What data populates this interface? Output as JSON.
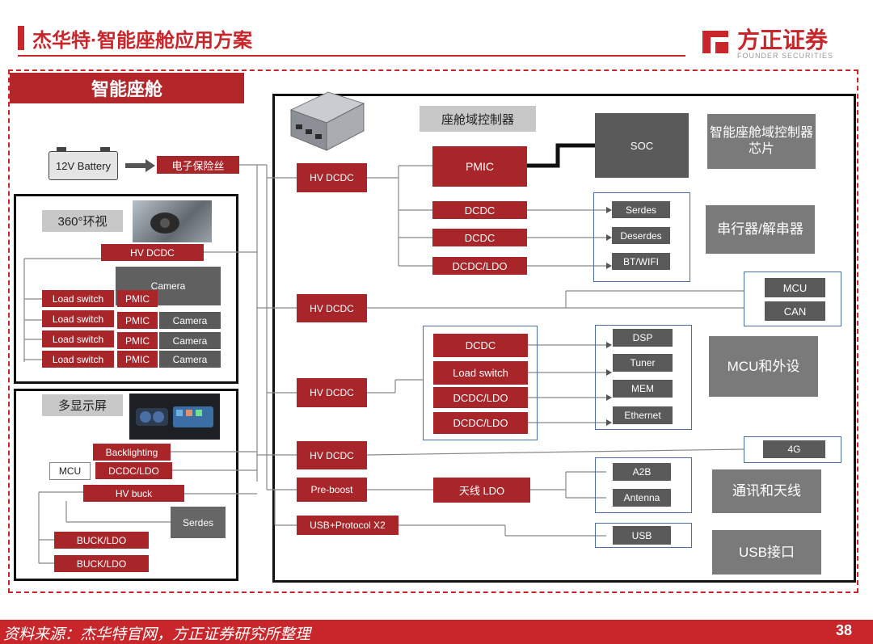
{
  "header": {
    "title": "杰华特·智能座舱应用方案",
    "logo_text": "方正证券",
    "logo_sub": "FOUNDER SECURITIES"
  },
  "section": {
    "title": "智能座舱"
  },
  "left": {
    "battery": "12V Battery",
    "fuse": "电子保险丝",
    "surround": {
      "title": "360°环视",
      "hv_dcdc": "HV DCDC",
      "camera_main": "Camera",
      "rows": [
        {
          "load": "Load switch",
          "pmic": "PMIC",
          "camera": ""
        },
        {
          "load": "Load switch",
          "pmic": "PMIC",
          "camera": "Camera"
        },
        {
          "load": "Load switch",
          "pmic": "PMIC",
          "camera": "Camera"
        },
        {
          "load": "Load switch",
          "pmic": "PMIC",
          "camera": "Camera"
        }
      ]
    },
    "display": {
      "title": "多显示屏",
      "backlighting": "Backlighting",
      "mcu": "MCU",
      "dcdc_ldo": "DCDC/LDO",
      "hv_buck": "HV buck",
      "serdes": "Serdes",
      "buck_ldo_1": "BUCK/LDO",
      "buck_ldo_2": "BUCK/LDO"
    }
  },
  "main": {
    "domain_controller": "座舱域控制器",
    "hv_dcdc_1": "HV DCDC",
    "pmic": "PMIC",
    "soc": "SOC",
    "soc_group_label": "智能座舱域控制器\n芯片",
    "dcdc_1": "DCDC",
    "dcdc_2": "DCDC",
    "dcdc_ldo_1": "DCDC/LDO",
    "serdes": "Serdes",
    "deserdes": "Deserdes",
    "bt_wifi": "BT/WIFI",
    "serdes_group_label": "串行器/解串器",
    "hv_dcdc_2": "HV DCDC",
    "mcu": "MCU",
    "can": "CAN",
    "hv_dcdc_3": "HV DCDC",
    "dcdc_3": "DCDC",
    "load_switch": "Load switch",
    "dcdc_ldo_2": "DCDC/LDO",
    "dcdc_ldo_3": "DCDC/LDO",
    "dsp": "DSP",
    "tuner": "Tuner",
    "mem": "MEM",
    "ethernet": "Ethernet",
    "mcu_group_label": "MCU和外设",
    "hv_dcdc_4": "HV DCDC",
    "g4": "4G",
    "preboost": "Pre-boost",
    "antenna_ldo": "天线 LDO",
    "a2b": "A2B",
    "antenna": "Antenna",
    "comm_group_label": "通讯和天线",
    "usb_protocol": "USB+Protocol X2",
    "usb": "USB",
    "usb_group_label": "USB接口"
  },
  "footer": {
    "source": "资料来源：杰华特官网，方正证券研究所整理",
    "page": "38"
  },
  "colors": {
    "brand_red": "#c8262a",
    "block_red": "#a8262a",
    "block_dark": "#5a5a5a",
    "block_gray": "#7a7a7a"
  }
}
